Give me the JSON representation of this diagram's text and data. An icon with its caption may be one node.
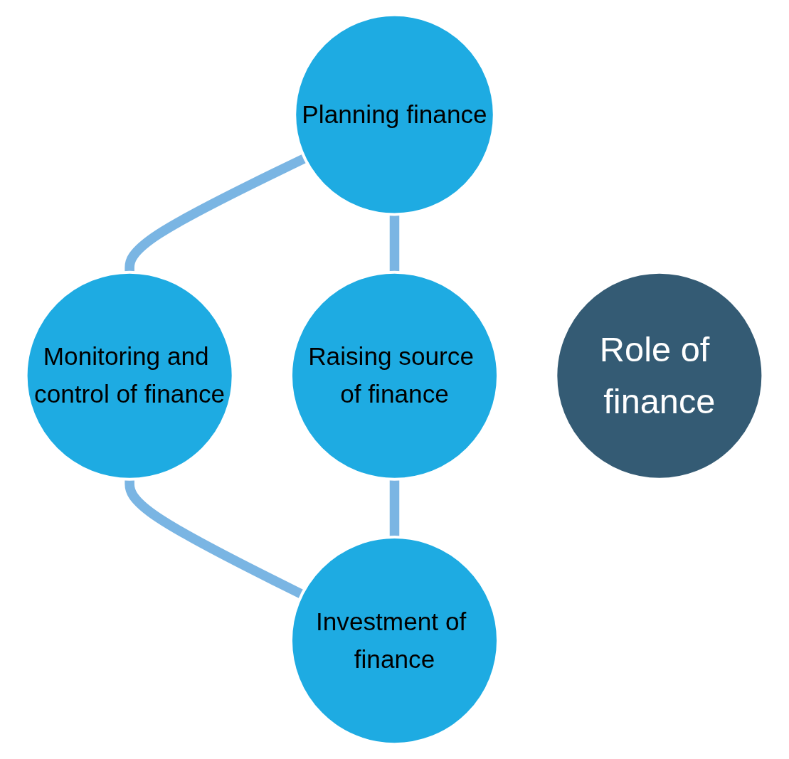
{
  "diagram": {
    "nodes": [
      {
        "text": [
          "Planning finance"
        ]
      },
      {
        "text": [
          "Monitoring and control of finance"
        ]
      },
      {
        "text": [
          "Role of finance"
        ]
      },
      {
        "text": [
          "Raising source of finance"
        ]
      },
      {
        "text": [
          "Investment of finance"
        ]
      }
    ],
    "edges": [
      {
        "from": 0,
        "to": 1,
        "arrow": "none"
      },
      {
        "from": 0,
        "to": 3,
        "arrow": "none"
      },
      {
        "from": 1,
        "to": 4,
        "arrow": "none"
      },
      {
        "from": 3,
        "to": 4,
        "arrow": "none"
      }
    ]
  }
}
